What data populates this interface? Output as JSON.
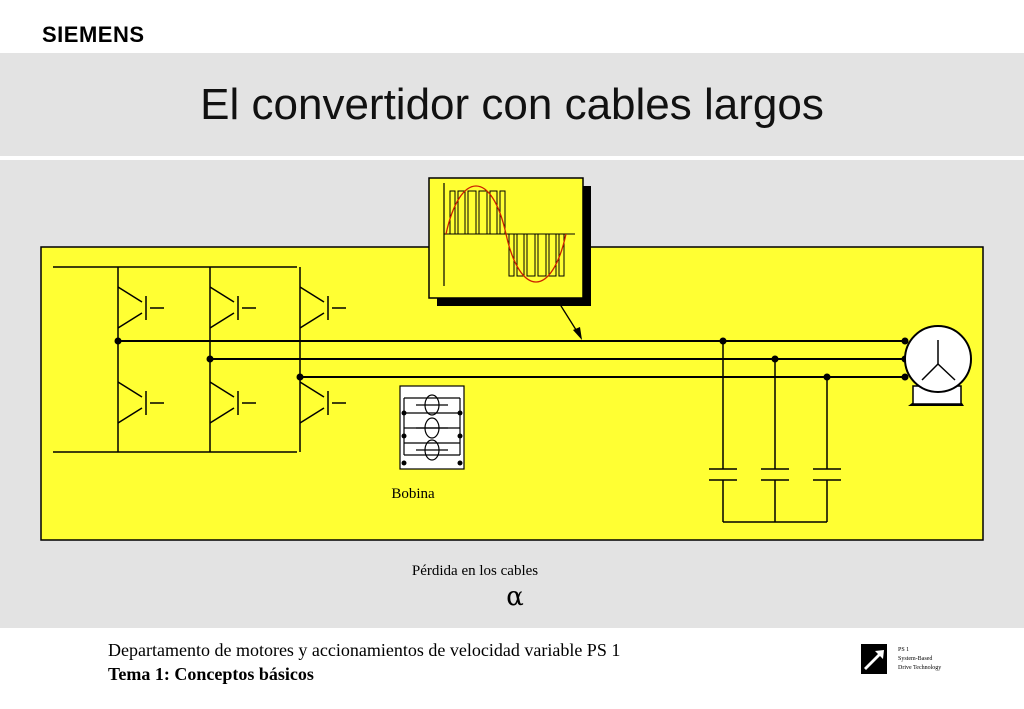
{
  "brand": "SIEMENS",
  "title": "El convertidor con cables largos",
  "diagram": {
    "coil_label": "Bobina",
    "cable_loss_label": "Pérdida en los cables",
    "alpha_symbol": "α"
  },
  "footer": {
    "line1": "Departamento de motores y accionamientos de velocidad variable PS 1",
    "line2": "Tema 1: Conceptos básicos"
  },
  "logo": {
    "line1": "PS 1",
    "line2": "System-Based",
    "line3": "Drive Technology"
  },
  "colors": {
    "panel": "#ffff33",
    "band": "#e3e3e3",
    "sine": "#cc2200"
  }
}
